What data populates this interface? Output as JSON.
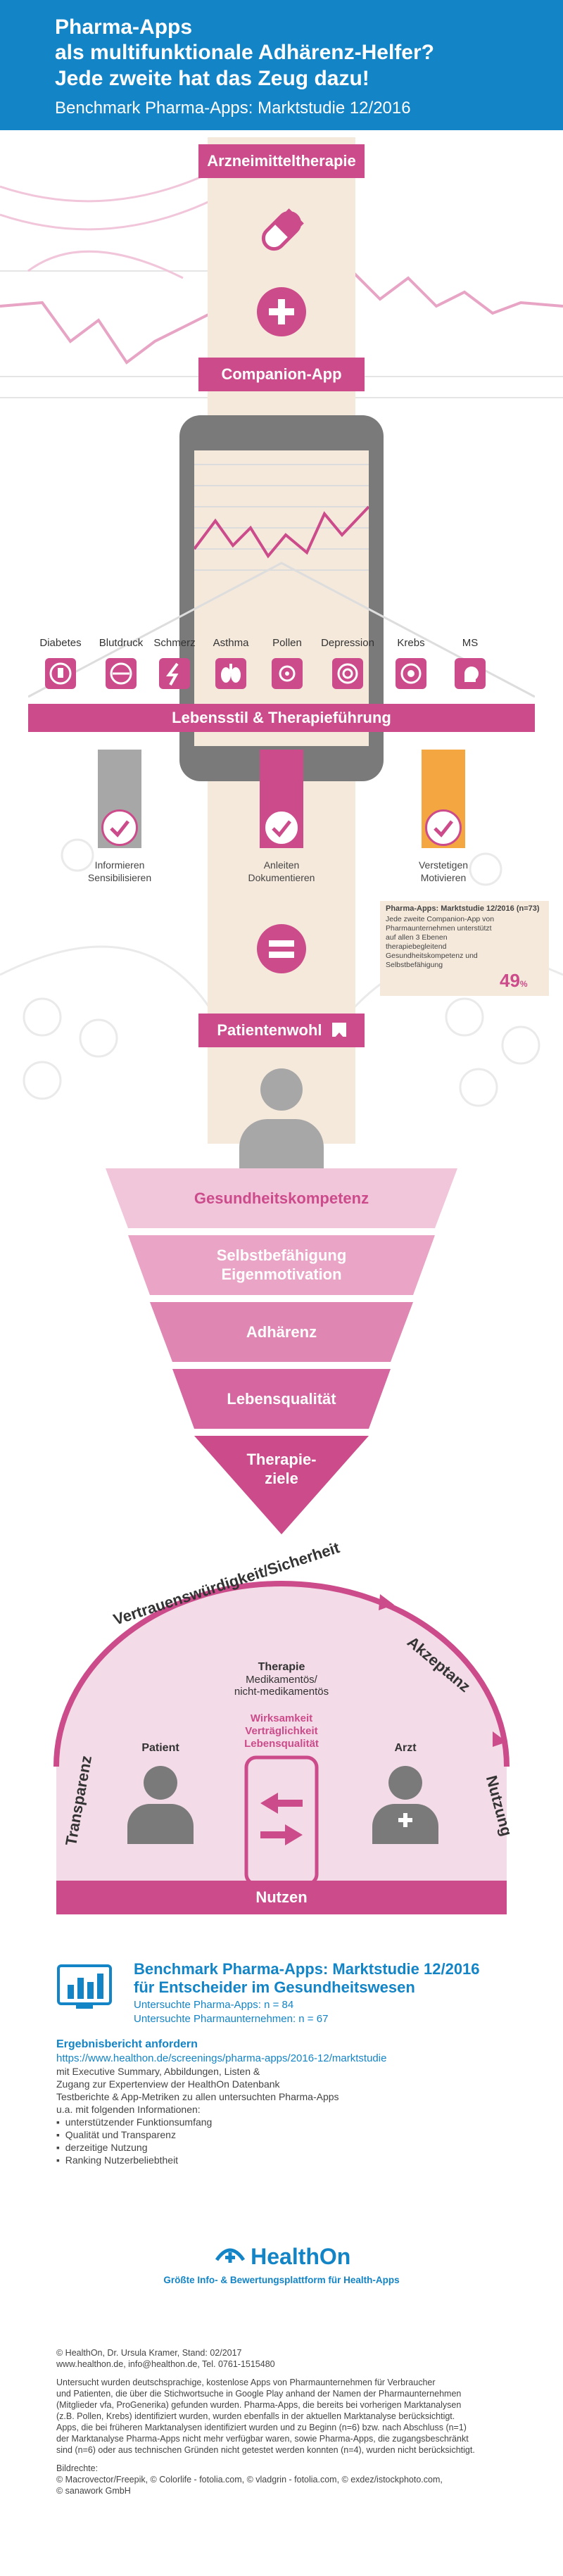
{
  "header": {
    "title_line1": "Pharma-Apps",
    "title_line2": "als multifunktionale Adhärenz-Helfer?",
    "title_line3": "Jede zweite hat das Zeug dazu!",
    "subtitle": "Benchmark Pharma-Apps: Marktstudie 12/2016"
  },
  "top": {
    "therapy_label": "Arzneimitteltherapie",
    "companion_label": "Companion-App"
  },
  "categories": [
    "Diabetes",
    "Blutdruck",
    "Schmerz",
    "Asthma",
    "Pollen",
    "Depression",
    "Krebs",
    "MS"
  ],
  "lifestyle_label": "Lebensstil & Therapieführung",
  "functions": [
    {
      "line1": "Informieren",
      "line2": "Sensibilisieren",
      "color": "#a7a7a7"
    },
    {
      "line1": "Anleiten",
      "line2": "Dokumentieren",
      "color": "#cc4b8b"
    },
    {
      "line1": "Verstetigen",
      "line2": "Motivieren",
      "color": "#f4a640"
    }
  ],
  "stat_box": {
    "heading": "Pharma-Apps: Marktstudie 12/2016 (n=73)",
    "text": "Jede zweite Companion-App von Pharmaunternehmen unterstützt auf allen 3 Ebenen therapiebegleitend Gesundheitskompetenz und Selbstbefähigung",
    "value": "49",
    "unit": "%"
  },
  "patientenwohl_label": "Patientenwohl",
  "funnel": [
    {
      "line1": "Gesundheitskompetenz",
      "line2": ""
    },
    {
      "line1": "Selbstbefähigung",
      "line2": "Eigenmotivation"
    },
    {
      "line1": "Adhärenz",
      "line2": ""
    },
    {
      "line1": "Lebensqualität",
      "line2": ""
    },
    {
      "line1": "Therapie-",
      "line2": "ziele"
    }
  ],
  "cycle": {
    "top_arc": "Vertrauenswürdigkeit/Sicherheit",
    "akzeptanz": "Akzeptanz",
    "transparenz": "Transparenz",
    "nutzung": "Nutzung",
    "therapie_title": "Therapie",
    "therapie_sub1": "Medikamentös/",
    "therapie_sub2": "nicht-medikamentös",
    "patient": "Patient",
    "arzt": "Arzt",
    "wirk1": "Wirksamkeit",
    "wirk2": "Verträglichkeit",
    "wirk3": "Lebensqualität",
    "nutzen": "Nutzen"
  },
  "benchmark": {
    "title1": "Benchmark Pharma-Apps: Marktstudie 12/2016",
    "title2": "für Entscheider im Gesundheitswesen",
    "sub1": "Untersuchte Pharma-Apps: n = 84",
    "sub2": "Untersuchte Pharmaunternehmen: n = 67"
  },
  "report": {
    "heading": "Ergebnisbericht anfordern",
    "url": "https://www.healthon.de/screenings/pharma-apps/2016-12/marktstudie",
    "line1": "mit Executive Summary, Abbildungen, Listen &",
    "line2": "Zugang zur Expertenview der HealthOn Datenbank",
    "line3": "Testberichte & App-Metriken zu allen untersuchten Pharma-Apps",
    "line4": "u.a. mit folgenden Informationen:",
    "bullets": [
      "unterstützender Funktionsumfang",
      "Qualität und Transparenz",
      "derzeitige Nutzung",
      "Ranking Nutzerbeliebtheit"
    ]
  },
  "logo": {
    "name": "HealthOn",
    "tagline": "Größte Info- & Bewertungsplattform für Health-Apps"
  },
  "footer": {
    "credit1": "© HealthOn, Dr. Ursula Kramer, Stand: 02/2017",
    "credit2": "www.healthon.de, info@healthon.de, Tel. 0761-1515480",
    "method1": "Untersucht wurden deutschsprachige, kostenlose Apps von Pharmaunternehmen für Verbraucher",
    "method2": "und Patienten, die über die Stichwortsuche in Google Play anhand der Namen der Pharmaunternehmen",
    "method3": "(Mitglieder vfa, ProGenerika) gefunden wurden. Pharma-Apps, die bereits bei vorherigen Marktanalysen",
    "method4": "(z.B. Pollen, Krebs) identifiziert wurden, wurden ebenfalls in der aktuellen Marktanalyse berücksichtigt.",
    "method5": "Apps, die bei früheren Marktanalysen identifiziert wurden und zu Beginn (n=6) bzw. nach Abschluss (n=1)",
    "method6": "der Marktanalyse Pharma-Apps nicht mehr verfügbar waren, sowie Pharma-Apps, die zugangsbeschränkt",
    "method7": "sind (n=6) oder aus technischen Gründen nicht getestet werden konnten (n=4), wurden nicht berücksichtigt.",
    "images_heading": "Bildrechte:",
    "images1": "© Macrovector/Freepik, © Colorlife - fotolia.com, © vladgrin - fotolia.com, © exdez/istockphoto.com,",
    "images2": "© sanawork GmbH"
  },
  "colors": {
    "blue": "#1384c6",
    "pink": "#cc4b8b",
    "beige": "#f5e9dc",
    "grey": "#a7a7a7",
    "orange": "#f4a640"
  }
}
